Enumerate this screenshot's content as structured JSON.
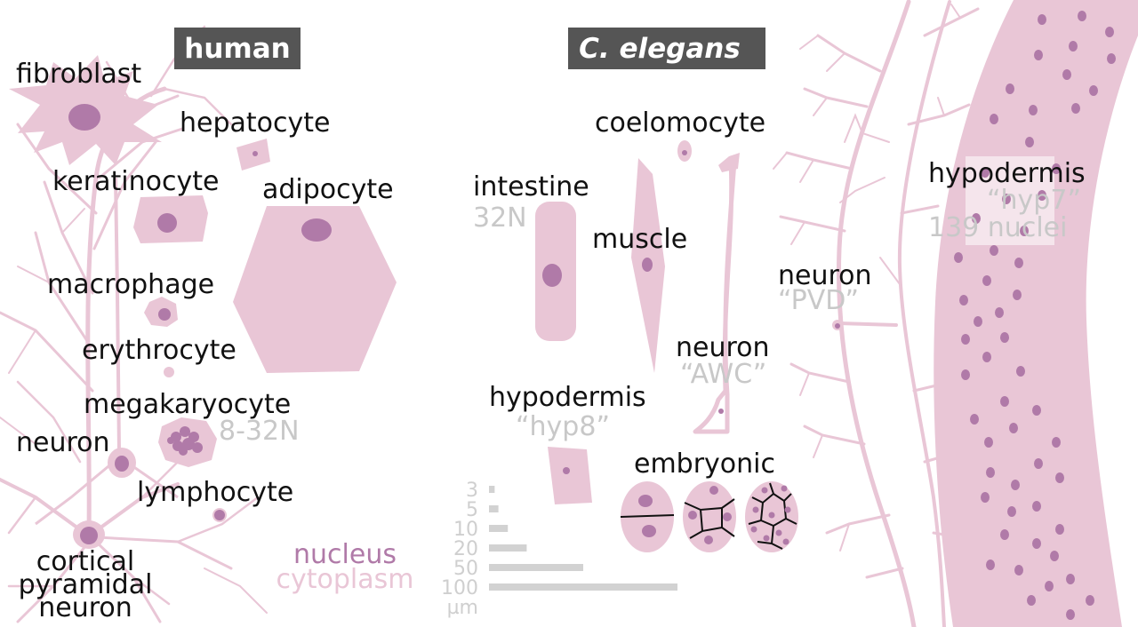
{
  "colors": {
    "cytoplasm": "#e9c6d6",
    "nucleus": "#b07aa8",
    "header_bg": "#555555",
    "subtle_text": "#c8c8c8",
    "scale_bar": "#d2d2d2"
  },
  "headers": {
    "human": "human",
    "celegans": "C. elegans"
  },
  "human": {
    "fibroblast": "fibroblast",
    "hepatocyte": "hepatocyte",
    "keratinocyte": "keratinocyte",
    "adipocyte": "adipocyte",
    "macrophage": "macrophage",
    "erythrocyte": "erythrocyte",
    "megakaryocyte": "megakaryocyte",
    "megakaryocyte_ploidy": "8-32N",
    "neuron": "neuron",
    "lymphocyte": "lymphocyte",
    "cortical_line1": "cortical",
    "cortical_line2": "pyramidal",
    "cortical_line3": "neuron"
  },
  "celegans": {
    "coelomocyte": "coelomocyte",
    "intestine": "intestine",
    "intestine_ploidy": "32N",
    "muscle": "muscle",
    "neuron_pvd": "neuron",
    "neuron_pvd_name": "“PVD”",
    "neuron_awc": "neuron",
    "neuron_awc_name": "“AWC”",
    "hypodermis_hyp8": "hypodermis",
    "hypodermis_hyp8_name": "“hyp8”",
    "embryonic": "embryonic",
    "hypodermis_hyp7": "hypodermis",
    "hypodermis_hyp7_name": "“hyp7”",
    "hypodermis_hyp7_nuclei": "139 nuclei"
  },
  "legend": {
    "nucleus": "nucleus",
    "cytoplasm": "cytoplasm"
  },
  "scale": {
    "unit": "µm",
    "ticks": [
      {
        "label": "3",
        "value": 3
      },
      {
        "label": "5",
        "value": 5
      },
      {
        "label": "10",
        "value": 10
      },
      {
        "label": "20",
        "value": 20
      },
      {
        "label": "50",
        "value": 50
      },
      {
        "label": "100",
        "value": 100
      }
    ]
  }
}
